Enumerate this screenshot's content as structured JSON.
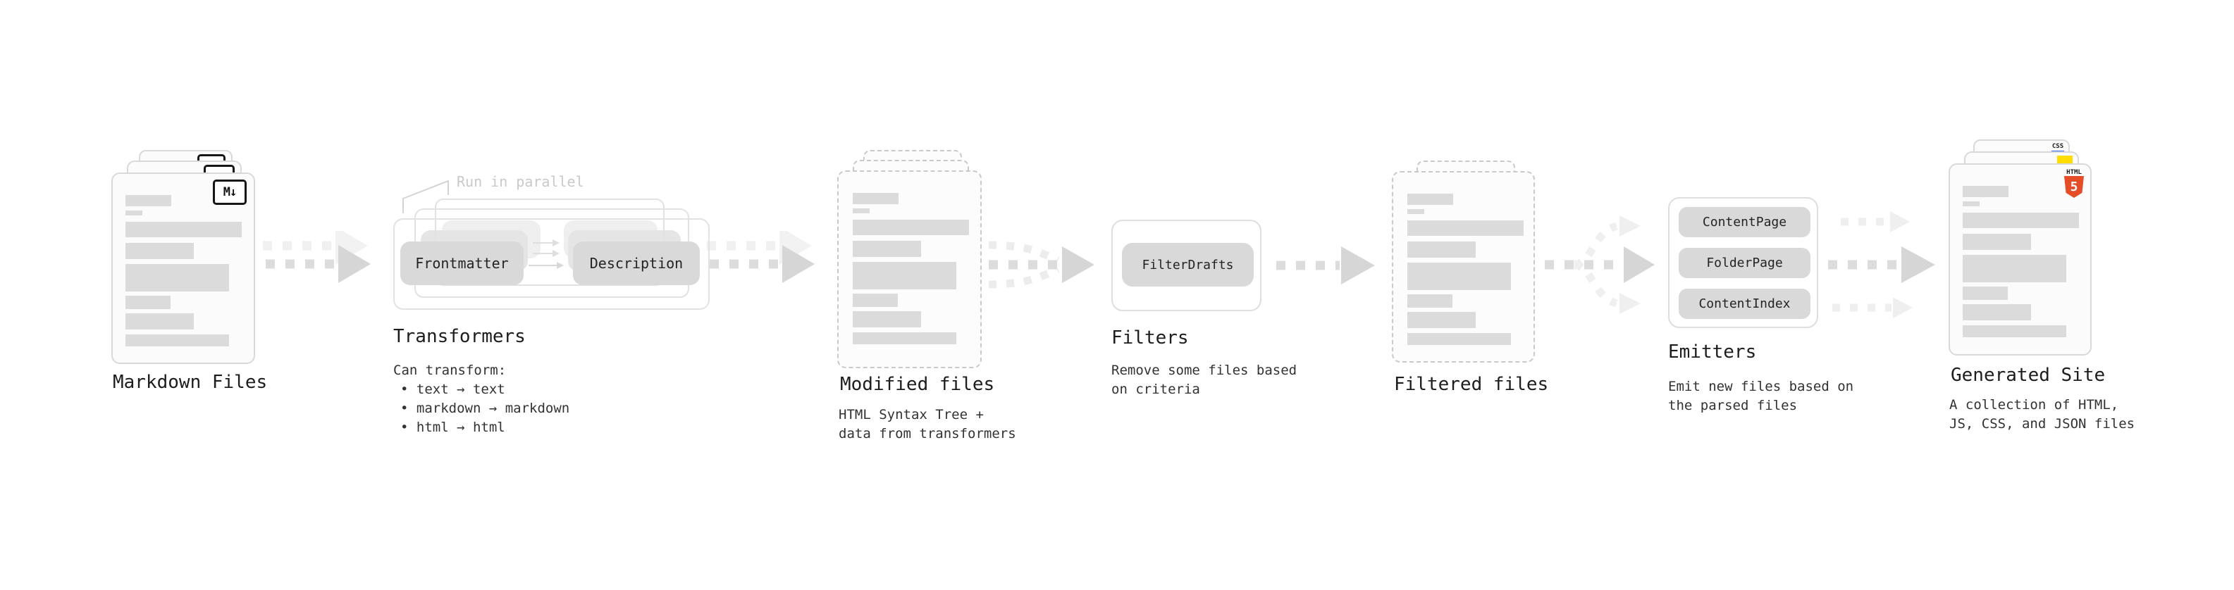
{
  "diagram": {
    "markdown_files": {
      "label": "Markdown Files",
      "file_icon": "M↓"
    },
    "transformers": {
      "annotation": "Run in parallel",
      "node_a": "Frontmatter",
      "node_b": "Description",
      "label": "Transformers",
      "description_title": "Can transform:",
      "bullets": [
        "• text → text",
        "• markdown → markdown",
        "• html → html"
      ]
    },
    "modified_files": {
      "label": "Modified files",
      "description_line1": "HTML Syntax Tree +",
      "description_line2": "data from transformers"
    },
    "filters": {
      "node": "FilterDrafts",
      "label": "Filters",
      "description_line1": "Remove some files based",
      "description_line2": "on criteria"
    },
    "filtered_files": {
      "label": "Filtered files"
    },
    "emitters": {
      "nodes": [
        "ContentPage",
        "FolderPage",
        "ContentIndex"
      ],
      "label": "Emitters",
      "description_line1": "Emit new files based on",
      "description_line2": "the parsed files"
    },
    "generated_site": {
      "label": "Generated Site",
      "description_line1": "A collection of HTML,",
      "description_line2": "JS, CSS, and JSON files",
      "css_badge": "CSS",
      "html_badge_label": "HTML",
      "html_badge_number": "5"
    },
    "colors": {
      "node_fill": "#d9d9d9",
      "arrow": "#dcdcdc",
      "arrow_head": "#d6d6d6",
      "faint_arrow": "#efefef",
      "html5_orange": "#e44d26",
      "js_yellow": "#ffdd00",
      "css_blue": "#2b6bf3"
    }
  }
}
